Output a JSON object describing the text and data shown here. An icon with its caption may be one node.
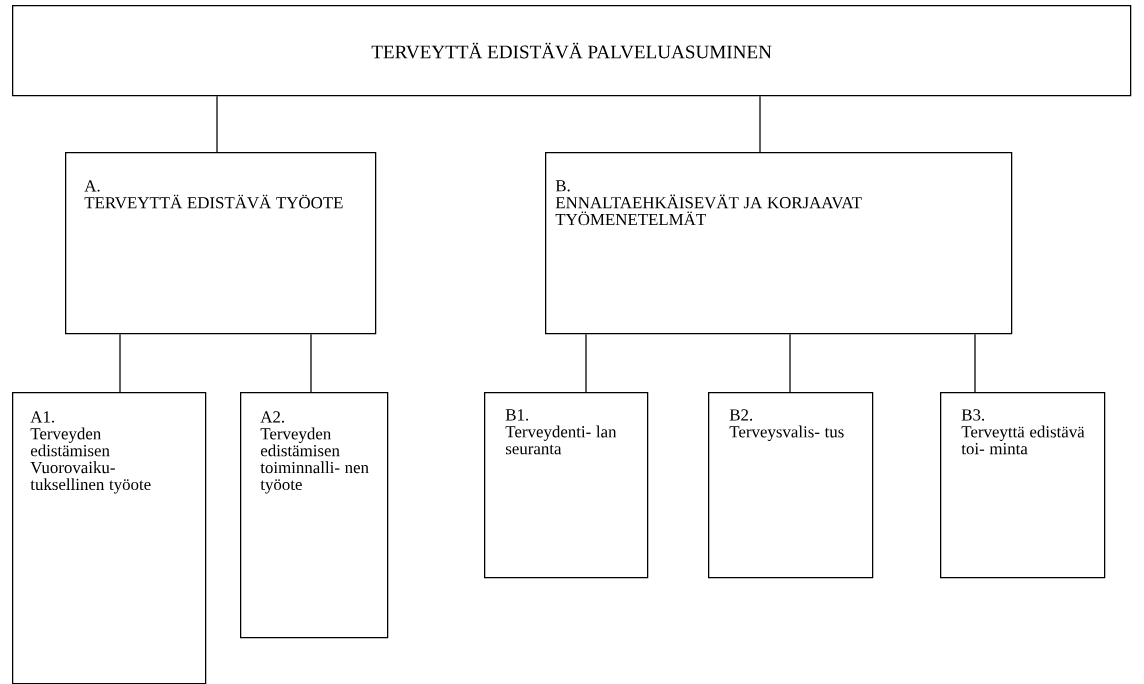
{
  "diagram": {
    "nodes": [
      {
        "text": [
          "TERVEYTTÄ EDISTÄVÄ PALVELUASUMINEN"
        ]
      },
      {
        "text": [
          "A.",
          "TERVEYTTÄ EDISTÄVÄ TYÖOTE"
        ]
      },
      {
        "text": [
          "B.",
          "ENNALTAEHKÄISEVÄT JA KORJAAVAT TYÖMENETELMÄT"
        ]
      },
      {
        "text": [
          "A1.",
          "Terveyden edistämisen Vuorovaiku- tuksellinen työote"
        ]
      },
      {
        "text": [
          "A2.",
          "Terveyden edistämisen toiminnalli- nen työote"
        ]
      },
      {
        "text": [
          "B1.",
          "Terveydenti- lan seuranta"
        ]
      },
      {
        "text": [
          "B2.",
          "Terveysvalis- tus"
        ]
      },
      {
        "text": [
          "B3.",
          "Terveyttä edistävä toi- minta"
        ]
      }
    ],
    "edges": [
      {
        "from": 0,
        "to": 1,
        "arrow": "none"
      },
      {
        "from": 0,
        "to": 2,
        "arrow": "none"
      },
      {
        "from": 1,
        "to": 3,
        "arrow": "none"
      },
      {
        "from": 1,
        "to": 4,
        "arrow": "none"
      },
      {
        "from": 2,
        "to": 5,
        "arrow": "none"
      },
      {
        "from": 2,
        "to": 6,
        "arrow": "none"
      },
      {
        "from": 2,
        "to": 7,
        "arrow": "none"
      }
    ]
  }
}
